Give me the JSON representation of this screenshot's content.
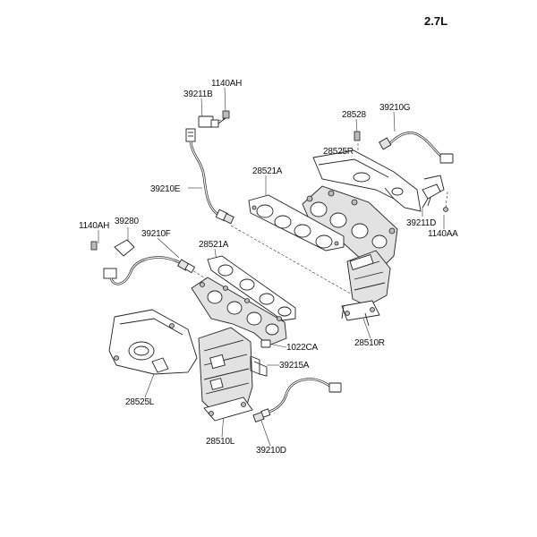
{
  "engine_label": "2.7L",
  "parts": {
    "p_1140AH_top": "1140AH",
    "p_39211B": "39211B",
    "p_28528": "28528",
    "p_39210G": "39210G",
    "p_28525R": "28525R",
    "p_28521A_top": "28521A",
    "p_39210E": "39210E",
    "p_39211D": "39211D",
    "p_1140AA": "1140AA",
    "p_1140AH_left": "1140AH",
    "p_39280": "39280",
    "p_39210F": "39210F",
    "p_28521A_mid": "28521A",
    "p_28510R": "28510R",
    "p_1022CA": "1022CA",
    "p_39215A": "39215A",
    "p_28525L": "28525L",
    "p_28510L": "28510L",
    "p_39210D": "39210D"
  }
}
